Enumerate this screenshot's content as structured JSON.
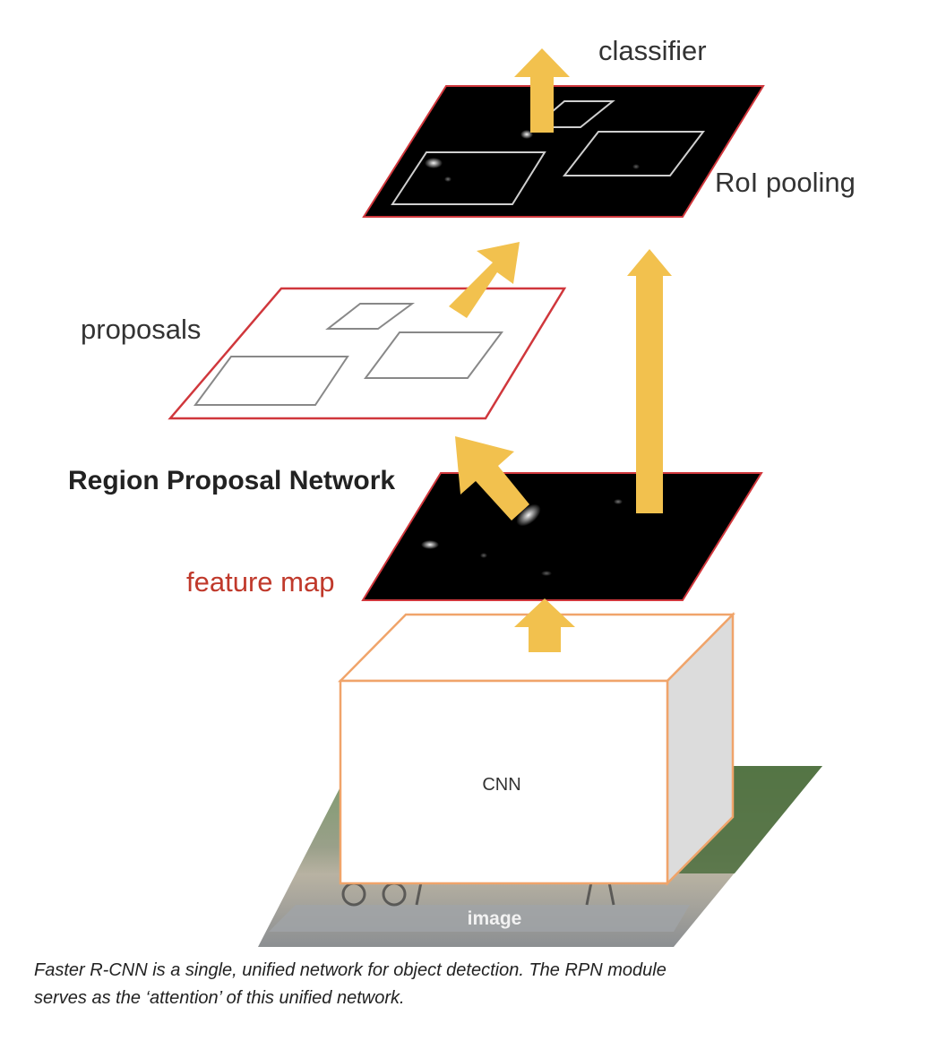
{
  "labels": {
    "classifier": "classifier",
    "roi_pooling": "RoI pooling",
    "proposals": "proposals",
    "rpn": "Region Proposal Network",
    "feature_map": "feature map",
    "cnn": "CNN",
    "image": "image"
  },
  "caption": {
    "line1": "Faster R-CNN is a single, unified network for object detection. The RPN module",
    "line2": "serves as the ‘attention’ of this unified network."
  },
  "colors": {
    "arrow": "#f2c14e",
    "plane_border": "#d0373c",
    "cnn_border": "#f0a46a",
    "feature_fill": "#000000",
    "label_red": "#c0392b"
  }
}
